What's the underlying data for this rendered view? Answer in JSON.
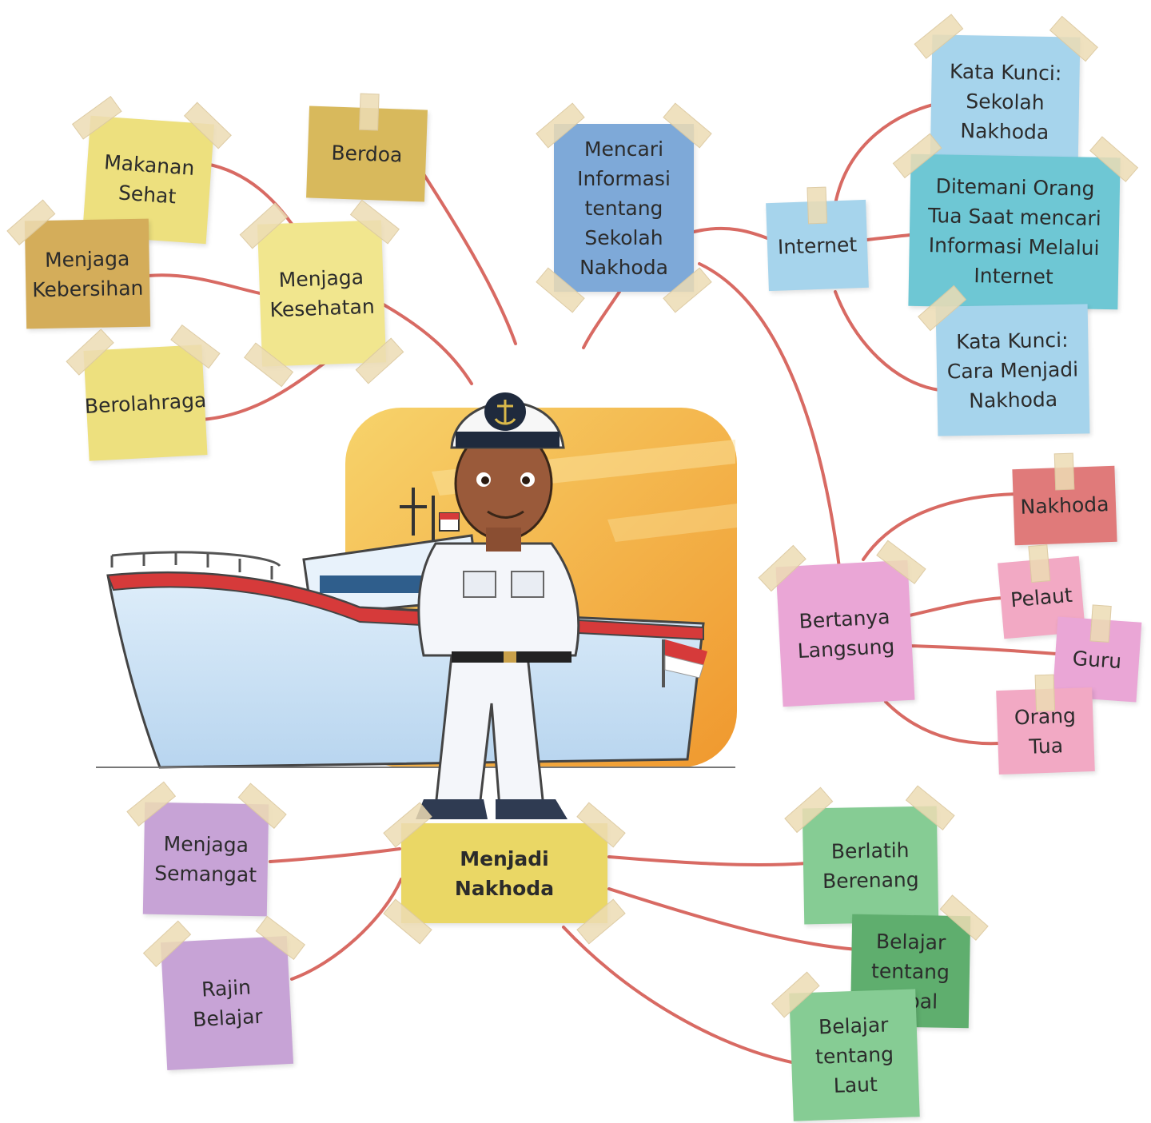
{
  "center": {
    "label": "Menjadi\nNakhoda",
    "color": "#ead765"
  },
  "notes": {
    "makanan_sehat": {
      "label": "Makanan\nSehat",
      "color": "#ede07e"
    },
    "berdoa": {
      "label": "Berdoa",
      "color": "#d8b95c"
    },
    "menjaga_kebersihan": {
      "label": "Menjaga\nKebersihan",
      "color": "#d4ad5a"
    },
    "menjaga_kesehatan": {
      "label": "Menjaga\nKesehatan",
      "color": "#f1e68e"
    },
    "berolahraga": {
      "label": "Berolahraga",
      "color": "#ede07e"
    },
    "mencari_informasi": {
      "label": "Mencari\nInformasi\ntentang\nSekolah\nNakhoda",
      "color": "#7ea9d8"
    },
    "internet": {
      "label": "Internet",
      "color": "#a6d4ec"
    },
    "kata_kunci_sekolah": {
      "label": "Kata Kunci:\nSekolah\nNakhoda",
      "color": "#a6d4ec"
    },
    "ditemani_orang_tua": {
      "label": "Ditemani Orang\nTua Saat mencari\nInformasi Melalui\nInternet",
      "color": "#6ec7d4"
    },
    "kata_kunci_cara": {
      "label": "Kata Kunci:\nCara Menjadi\nNakhoda",
      "color": "#a6d4ec"
    },
    "nakhoda": {
      "label": "Nakhoda",
      "color": "#e07a7a"
    },
    "bertanya_langsung": {
      "label": "Bertanya\nLangsung",
      "color": "#eaa6d6"
    },
    "pelaut": {
      "label": "Pelaut",
      "color": "#f2a9c4"
    },
    "guru": {
      "label": "Guru",
      "color": "#eaa6d6"
    },
    "orang_tua": {
      "label": "Orang\nTua",
      "color": "#f2a9c4"
    },
    "menjaga_semangat": {
      "label": "Menjaga\nSemangat",
      "color": "#c7a3d6"
    },
    "rajin_belajar": {
      "label": "Rajin\nBelajar",
      "color": "#c7a3d6"
    },
    "berlatih_berenang": {
      "label": "Berlatih\nBerenang",
      "color": "#86cc94"
    },
    "belajar_kapal": {
      "label": "Belajar\ntentang\nKapal",
      "color": "#5fae6e"
    },
    "belajar_laut": {
      "label": "Belajar\ntentang\nLaut",
      "color": "#86cc94"
    }
  },
  "connector_color": "#d45a52"
}
